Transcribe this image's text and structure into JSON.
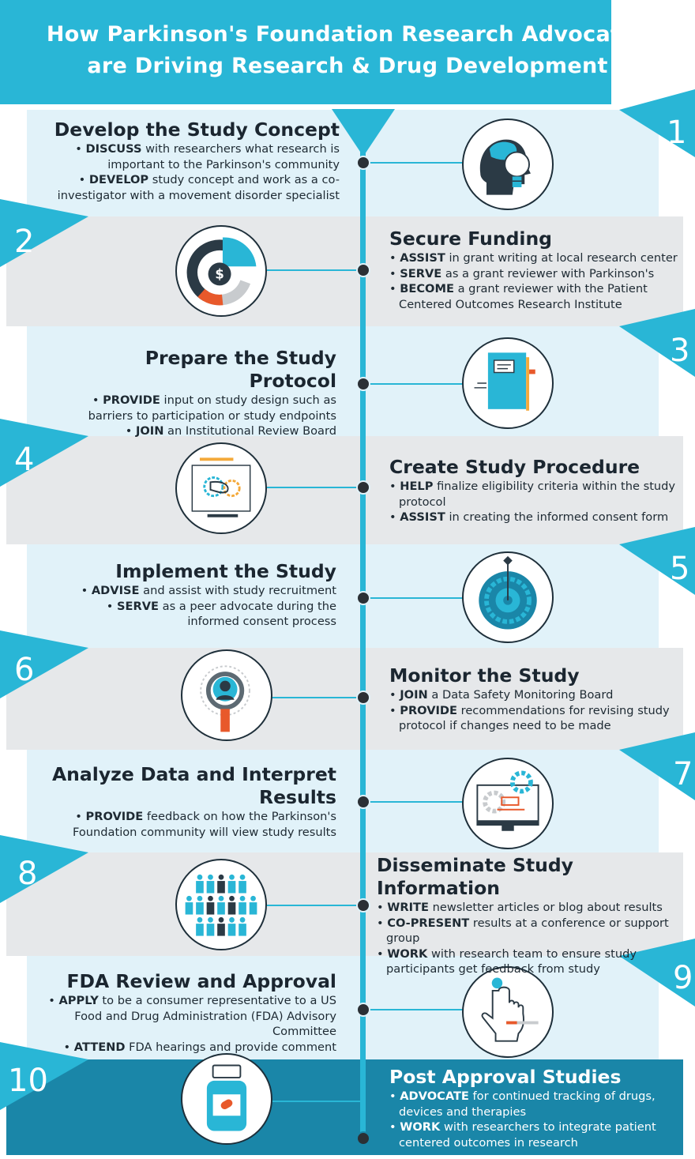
{
  "header": {
    "title_line1": "How Parkinson's Foundation Research Advocates",
    "title_line2": "are Driving Research & Drug Development"
  },
  "colors": {
    "accent": "#29b6d6",
    "dark_band": "#1a86a8",
    "light_band": "#e1f2f9",
    "gray_band": "#e6e8ea",
    "node": "#2b3035"
  },
  "steps": [
    {
      "num": "1",
      "title": "Develop the Study Concept",
      "icon": "brain-lightbulb-icon",
      "bullets": [
        {
          "kw": "DISCUSS",
          "text": " with researchers what research is important to the Parkinson's community"
        },
        {
          "kw": "DEVELOP",
          "text": " study concept and work as a co-investigator with a movement disorder specialist"
        }
      ]
    },
    {
      "num": "2",
      "title": "Secure Funding",
      "icon": "funding-pie-chart-icon",
      "bullets": [
        {
          "kw": "ASSIST",
          "text": " in grant writing at local research center"
        },
        {
          "kw": "SERVE",
          "text": " as a grant reviewer with Parkinson's"
        },
        {
          "kw": "BECOME",
          "text": " a grant reviewer with the Patient Centered Outcomes Research Institute"
        }
      ]
    },
    {
      "num": "3",
      "title": "Prepare the Study Protocol",
      "icon": "protocol-book-icon",
      "bullets": [
        {
          "kw": "PROVIDE",
          "text": " input on study design such as barriers to participation or study endpoints"
        },
        {
          "kw": "JOIN",
          "text": " an Institutional Review Board"
        }
      ]
    },
    {
      "num": "4",
      "title": "Create Study Procedure",
      "icon": "blueprint-icon",
      "bullets": [
        {
          "kw": "HELP",
          "text": " finalize eligibility criteria within the study protocol"
        },
        {
          "kw": "ASSIST",
          "text": " in creating the informed consent form"
        }
      ]
    },
    {
      "num": "5",
      "title": "Implement the Study",
      "icon": "target-arrow-icon",
      "bullets": [
        {
          "kw": "ADVISE",
          "text": " and assist with study recruitment"
        },
        {
          "kw": "SERVE",
          "text": " as a peer advocate during the informed consent process"
        }
      ]
    },
    {
      "num": "6",
      "title": "Monitor the Study",
      "icon": "magnifier-person-icon",
      "bullets": [
        {
          "kw": "JOIN",
          "text": " a Data Safety Monitoring Board"
        },
        {
          "kw": "PROVIDE",
          "text": " recommendations for revising study protocol if changes need to be made"
        }
      ]
    },
    {
      "num": "7",
      "title": "Analyze Data and Interpret Results",
      "icon": "computer-gears-icon",
      "bullets": [
        {
          "kw": "PROVIDE",
          "text": " feedback on how the Parkinson's Foundation community will view study results"
        }
      ]
    },
    {
      "num": "8",
      "title": "Disseminate Study Information",
      "icon": "people-group-icon",
      "bullets": [
        {
          "kw": "WRITE",
          "text": " newsletter articles or blog about results"
        },
        {
          "kw": "CO-PRESENT",
          "text": " results at a conference or support group"
        },
        {
          "kw": "WORK",
          "text": " with research team to ensure study participants get feedback from study"
        }
      ]
    },
    {
      "num": "9",
      "title": "FDA Review and Approval",
      "icon": "hand-pointer-icon",
      "bullets": [
        {
          "kw": "APPLY",
          "text": " to be a consumer representative to a US Food and Drug Administration (FDA) Advisory Committee"
        },
        {
          "kw": "ATTEND",
          "text": " FDA hearings and provide comment"
        }
      ]
    },
    {
      "num": "10",
      "title": "Post Approval Studies",
      "icon": "pill-bottle-icon",
      "bullets": [
        {
          "kw": "ADVOCATE",
          "text": " for continued tracking of drugs, devices and therapies"
        },
        {
          "kw": "WORK",
          "text": " with researchers to integrate patient centered outcomes in research"
        }
      ]
    }
  ]
}
